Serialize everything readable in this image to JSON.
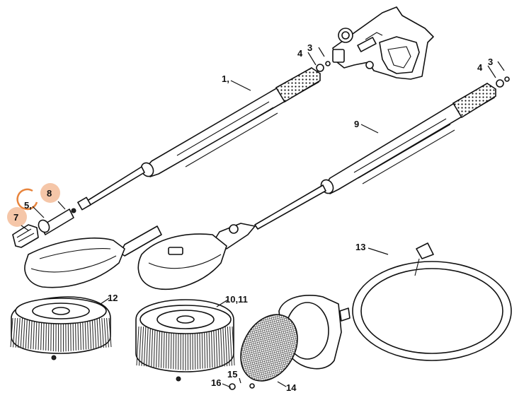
{
  "diagram": {
    "callouts": [
      {
        "id": "c1",
        "text": "1,"
      },
      {
        "id": "c3a",
        "text": "3"
      },
      {
        "id": "c4a",
        "text": "4"
      },
      {
        "id": "c3b",
        "text": "3"
      },
      {
        "id": "c4b",
        "text": "4"
      },
      {
        "id": "c9",
        "text": "9"
      },
      {
        "id": "c8",
        "text": "8"
      },
      {
        "id": "c5",
        "text": "5,"
      },
      {
        "id": "c7",
        "text": "7"
      },
      {
        "id": "c13",
        "text": "13"
      },
      {
        "id": "c12",
        "text": "12"
      },
      {
        "id": "c1011",
        "text": "10,11"
      },
      {
        "id": "c15",
        "text": "15"
      },
      {
        "id": "c16",
        "text": "16"
      },
      {
        "id": "c14",
        "text": "14"
      }
    ],
    "highlight_color": "#f5c6a8",
    "highlight_ring_color": "#e8843c"
  }
}
